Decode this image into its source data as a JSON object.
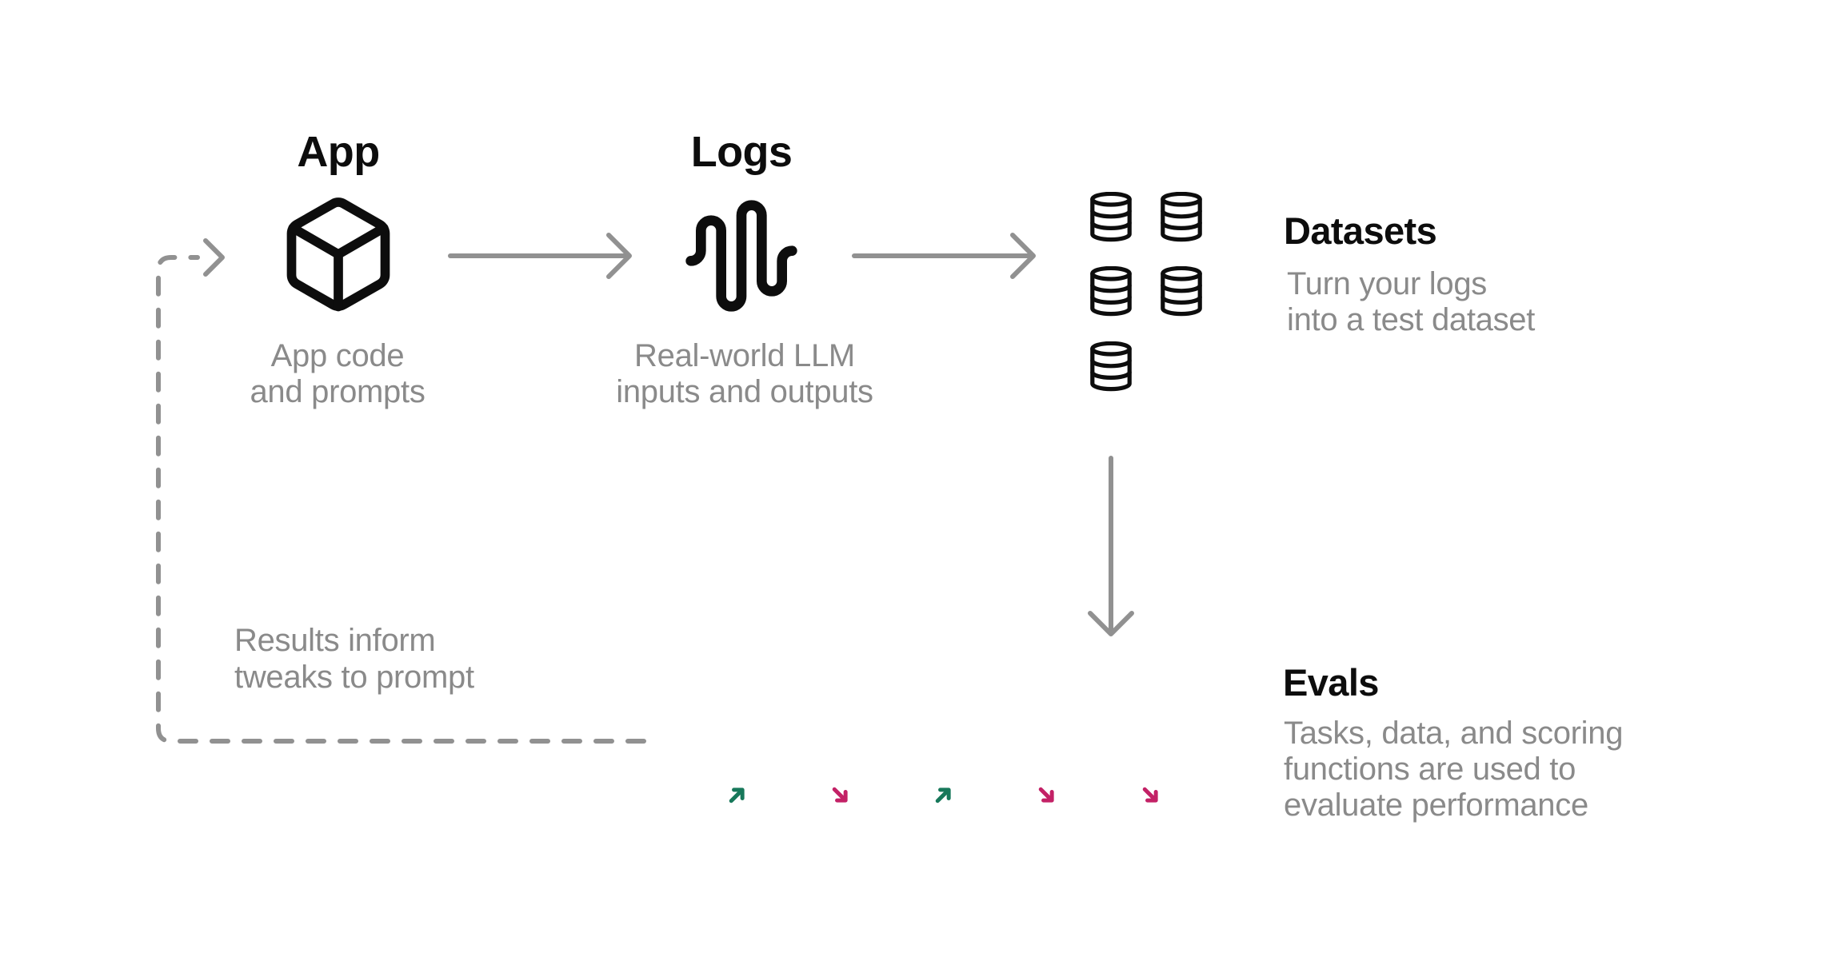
{
  "diagram": {
    "nodes": {
      "app": {
        "title": "App",
        "caption_line1": "App code",
        "caption_line2": "and prompts",
        "icon": "cube-icon"
      },
      "logs": {
        "title": "Logs",
        "caption_line1": "Real-world LLM",
        "caption_line2": "inputs and outputs",
        "icon": "waveform-icon"
      },
      "datasets": {
        "title": "Datasets",
        "caption_line1": "Turn your logs",
        "caption_line2": "into a test dataset",
        "icon": "database-icon",
        "icon_count": 5
      },
      "evals": {
        "title": "Evals",
        "caption_line1": "Tasks, data, and scoring",
        "caption_line2": "functions are used to",
        "caption_line3": "evaluate performance",
        "icon": "beaker-icon",
        "icon_count": 5
      }
    },
    "feedback_loop": {
      "caption_line1": "Results inform",
      "caption_line2": "tweaks to prompt"
    },
    "eval_results": [
      "up",
      "down",
      "up",
      "down",
      "down"
    ],
    "colors": {
      "text_black": "#0d0d0d",
      "text_gray": "#8a8a8a",
      "connector_gray": "#919191",
      "trend_up_green": "#17785a",
      "trend_down_pink": "#c32166"
    }
  }
}
